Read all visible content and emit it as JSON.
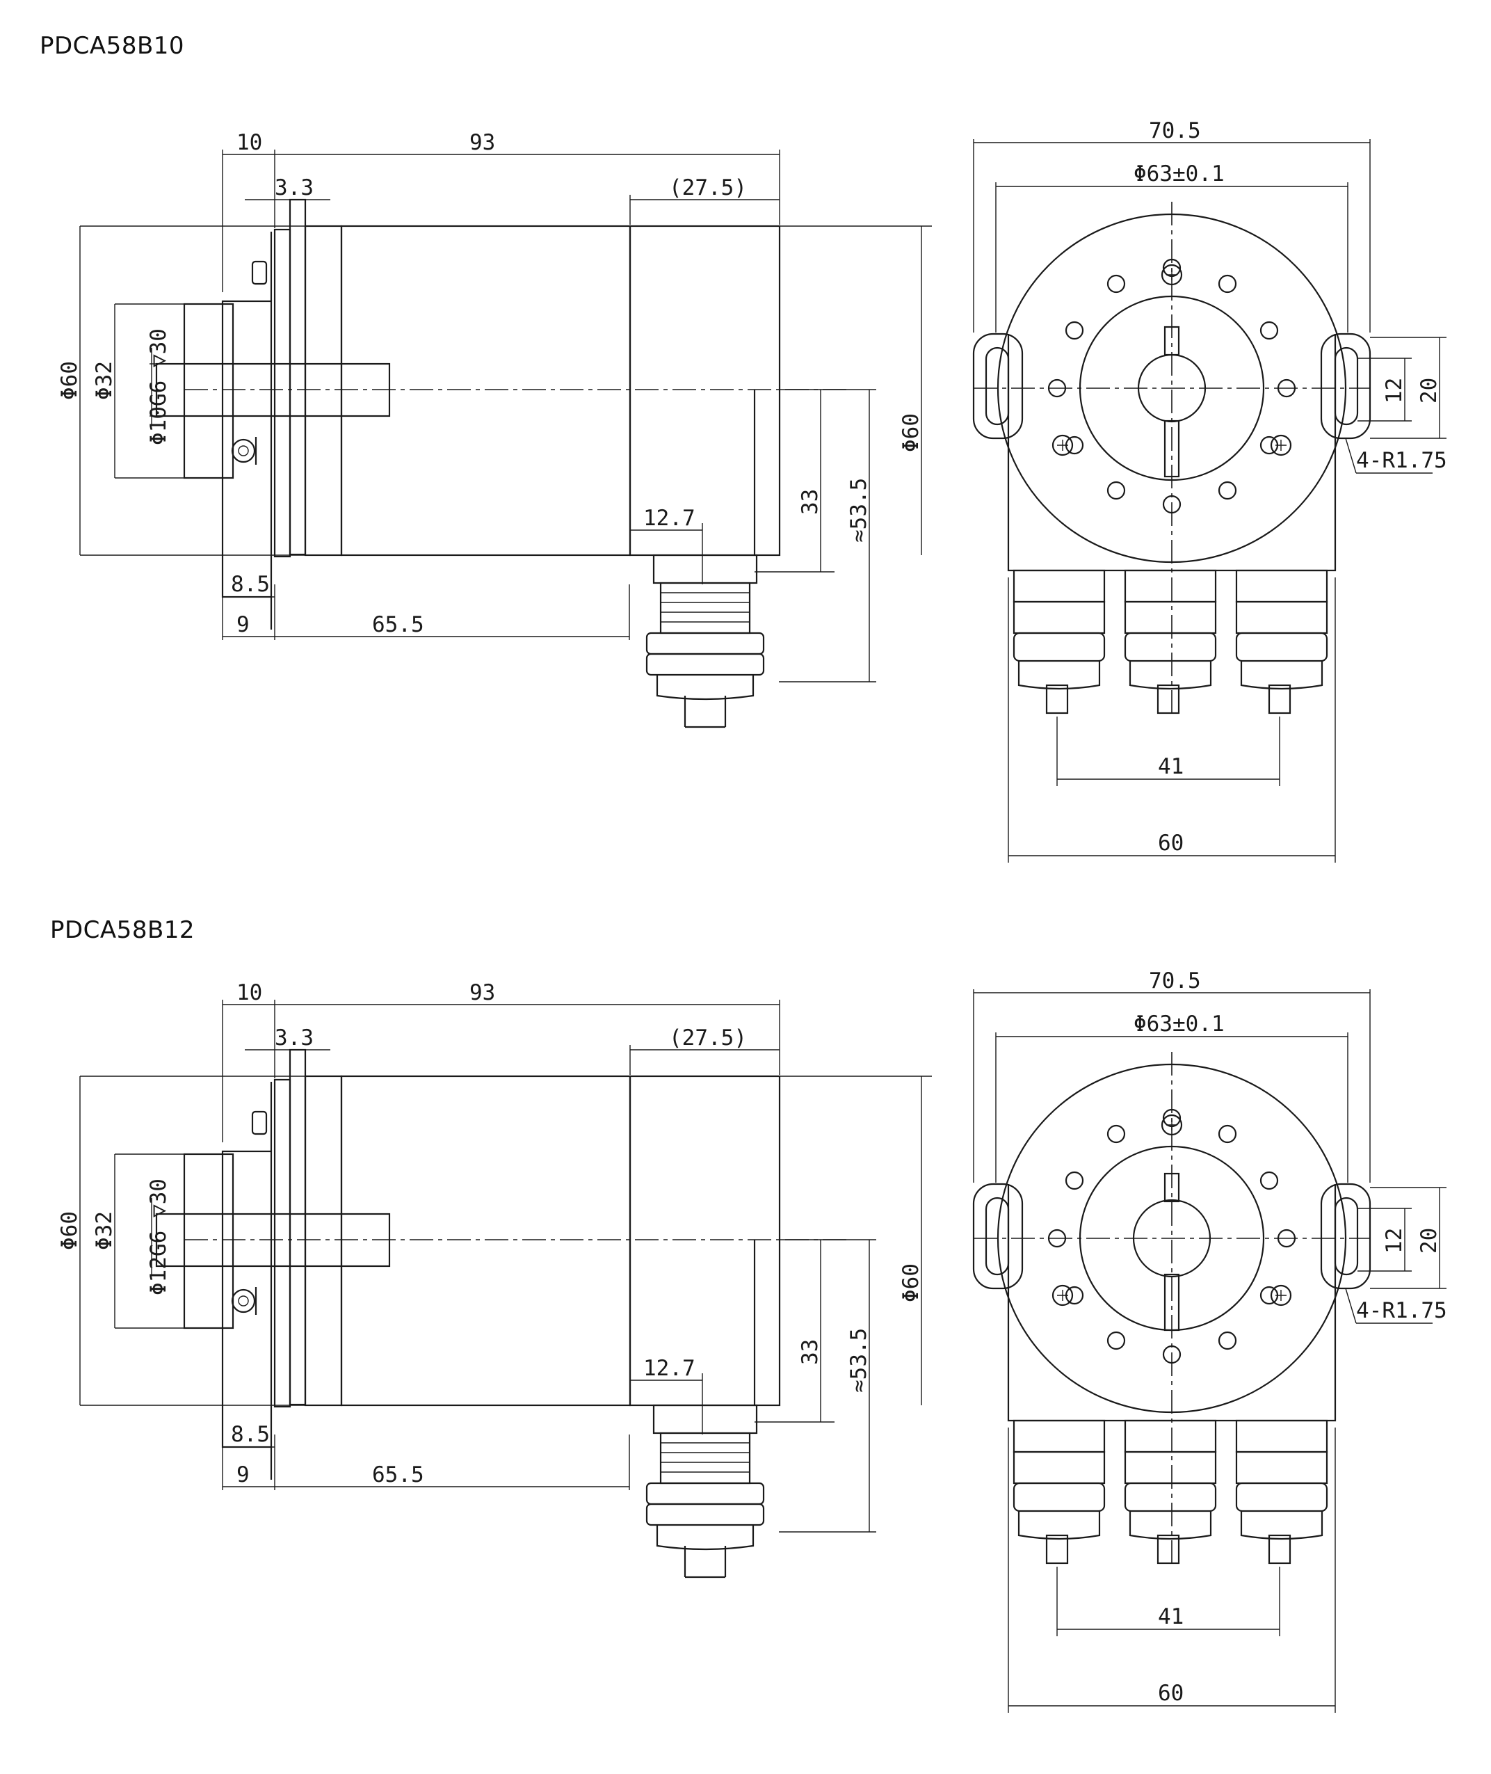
{
  "drawings": [
    {
      "model": "PDCA58B10",
      "side_view": {
        "dims": {
          "flange_thk": "10",
          "overall_len": "93",
          "clamp_thk": "3.3",
          "conn_len": "(27.5)",
          "body_dia": "Φ60",
          "spigot_dia": "Φ32",
          "shaft_dia": "Φ10G6 ▽30",
          "height_60": "Φ60",
          "h33": "33",
          "h53": "≈53.5",
          "w127": "12.7",
          "w85": "8.5",
          "w9": "9",
          "len655": "65.5"
        }
      },
      "front_view": {
        "dims": {
          "width_705": "70.5",
          "bolt_circle": "Φ63±0.1",
          "slot_12": "12",
          "slot_20": "20",
          "radius": "4-R1.75",
          "pitch_41": "41",
          "width_60": "60"
        }
      }
    },
    {
      "model": "PDCA58B12",
      "side_view": {
        "dims": {
          "flange_thk": "10",
          "overall_len": "93",
          "clamp_thk": "3.3",
          "conn_len": "(27.5)",
          "body_dia": "Φ60",
          "spigot_dia": "Φ32",
          "shaft_dia": "Φ12G6 ▽30",
          "height_60": "Φ60",
          "h33": "33",
          "h53": "≈53.5",
          "w127": "12.7",
          "w85": "8.5",
          "w9": "9",
          "len655": "65.5"
        }
      },
      "front_view": {
        "dims": {
          "width_705": "70.5",
          "bolt_circle": "Φ63±0.1",
          "slot_12": "12",
          "slot_20": "20",
          "radius": "4-R1.75",
          "pitch_41": "41",
          "width_60": "60"
        }
      }
    }
  ]
}
